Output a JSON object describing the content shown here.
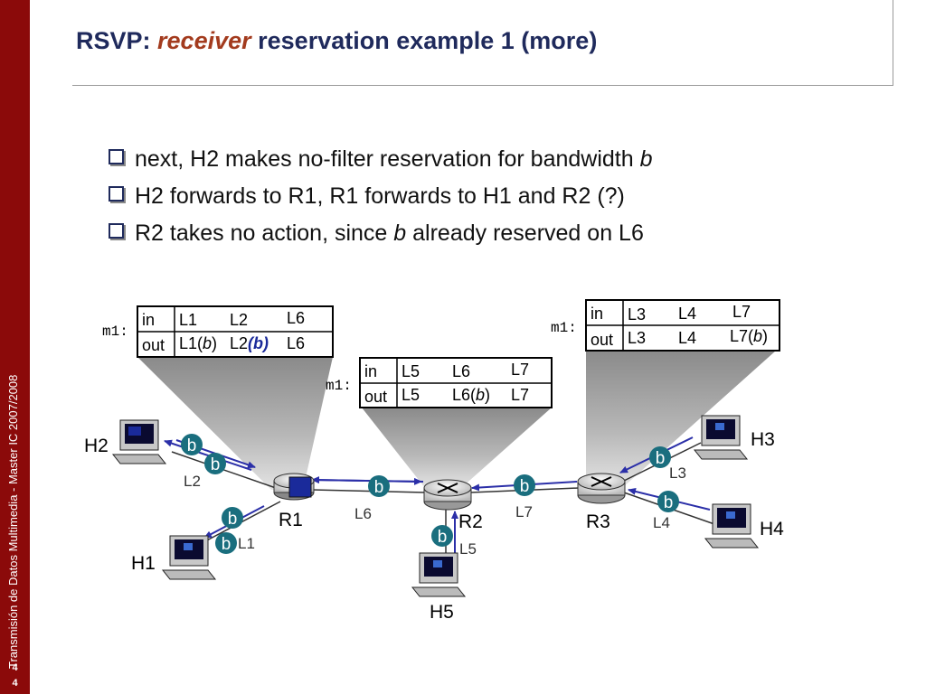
{
  "sidebar": {
    "text": "Transmisión de Datos Multimedia - Master IC 2007/2008",
    "page_digit_1": "4",
    "page_digit_2": "4"
  },
  "title": {
    "prefix": "RSVP: ",
    "emphasis": "receiver",
    "rest": " reservation example  1 (more)"
  },
  "bullets": [
    {
      "before": "next, H2 makes no-filter reservation for bandwidth ",
      "italic": "b",
      "after": ""
    },
    {
      "before": "H2 forwards to R1, R1 forwards to H1 and R2 (?)",
      "italic": "",
      "after": ""
    },
    {
      "before": "R2 takes no action, since ",
      "italic": "b",
      "after": " already reserved on L6"
    }
  ],
  "tables": {
    "r1": {
      "label": "m1:",
      "row_in": {
        "h": "in",
        "c1": "L1",
        "c2": "L2",
        "c3": "L6"
      },
      "row_out": {
        "h": "out",
        "c1a": "L1(",
        "c1b": "b",
        "c1c": ")",
        "c2a": "L2",
        "c2b": "(b)",
        "c3": "L6"
      }
    },
    "r2": {
      "label": "m1:",
      "row_in": {
        "h": "in",
        "c1": "L5",
        "c2": "L6",
        "c3": "L7"
      },
      "row_out": {
        "h": "out",
        "c1": "L5",
        "c2a": "L6(",
        "c2b": "b",
        "c2c": ")",
        "c3": "L7"
      }
    },
    "r3": {
      "label": "m1:",
      "row_in": {
        "h": "in",
        "c1": "L3",
        "c2": "L4",
        "c3": "L7"
      },
      "row_out": {
        "h": "out",
        "c1": "L3",
        "c2": "L4",
        "c3a": "L7(",
        "c3b": "b",
        "c3c": ")"
      }
    }
  },
  "network": {
    "routers": {
      "r1": "R1",
      "r2": "R2",
      "r3": "R3"
    },
    "hosts": {
      "h1": "H1",
      "h2": "H2",
      "h3": "H3",
      "h4": "H4",
      "h5": "H5"
    },
    "links": {
      "l1": "L1",
      "l2": "L2",
      "l3": "L3",
      "l4": "L4",
      "l5": "L5",
      "l6": "L6",
      "l7": "L7"
    },
    "bandwidth_label": "b"
  },
  "colors": {
    "sidebar": "#8b0a0a",
    "title": "#1f2a5c",
    "title_emphasis": "#a33b1e",
    "bandwidth_badge": "#1a6e7e",
    "arrow": "#2b2fa8"
  }
}
